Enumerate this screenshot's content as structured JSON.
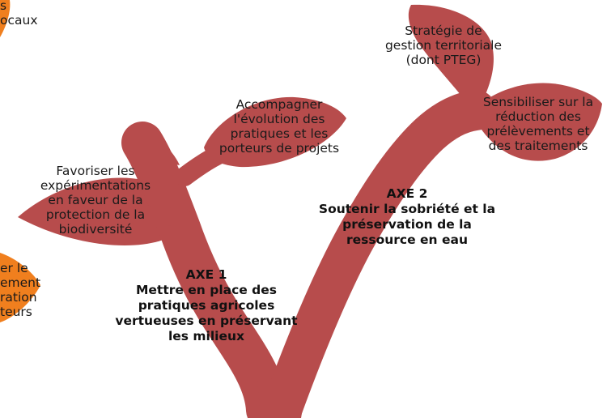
{
  "colors": {
    "stem": "#b74c4c",
    "accent": "#f07f1e",
    "background": "#ffffff",
    "text": "#1a1a1a"
  },
  "edge_labels": {
    "top_left": [
      "s",
      "ocaux"
    ],
    "mid_left": [
      "er le",
      "ement",
      "ration",
      "teurs"
    ]
  },
  "leaves": {
    "accompagner": [
      "Accompagner",
      "l'évolution des",
      "pratiques et les",
      "porteurs de projets"
    ],
    "favoriser": [
      "Favoriser les",
      "expérimentations",
      "en faveur de la",
      "protection de la",
      "biodiversité"
    ],
    "strategie": [
      "Stratégie de",
      "gestion territoriale",
      "(dont PTEG)"
    ],
    "sensibiliser": [
      "Sensibiliser sur la",
      "réduction des",
      "prélèvements et",
      "des traitements"
    ]
  },
  "axes": {
    "axe1": {
      "title": "AXE 1",
      "lines": [
        "Mettre en place des",
        "pratiques agricoles",
        "vertueuses en préservant",
        "les  milieux"
      ]
    },
    "axe2": {
      "title": "AXE 2",
      "lines": [
        "Soutenir la sobriété et la",
        "préservation de la",
        "ressource en eau"
      ]
    }
  }
}
